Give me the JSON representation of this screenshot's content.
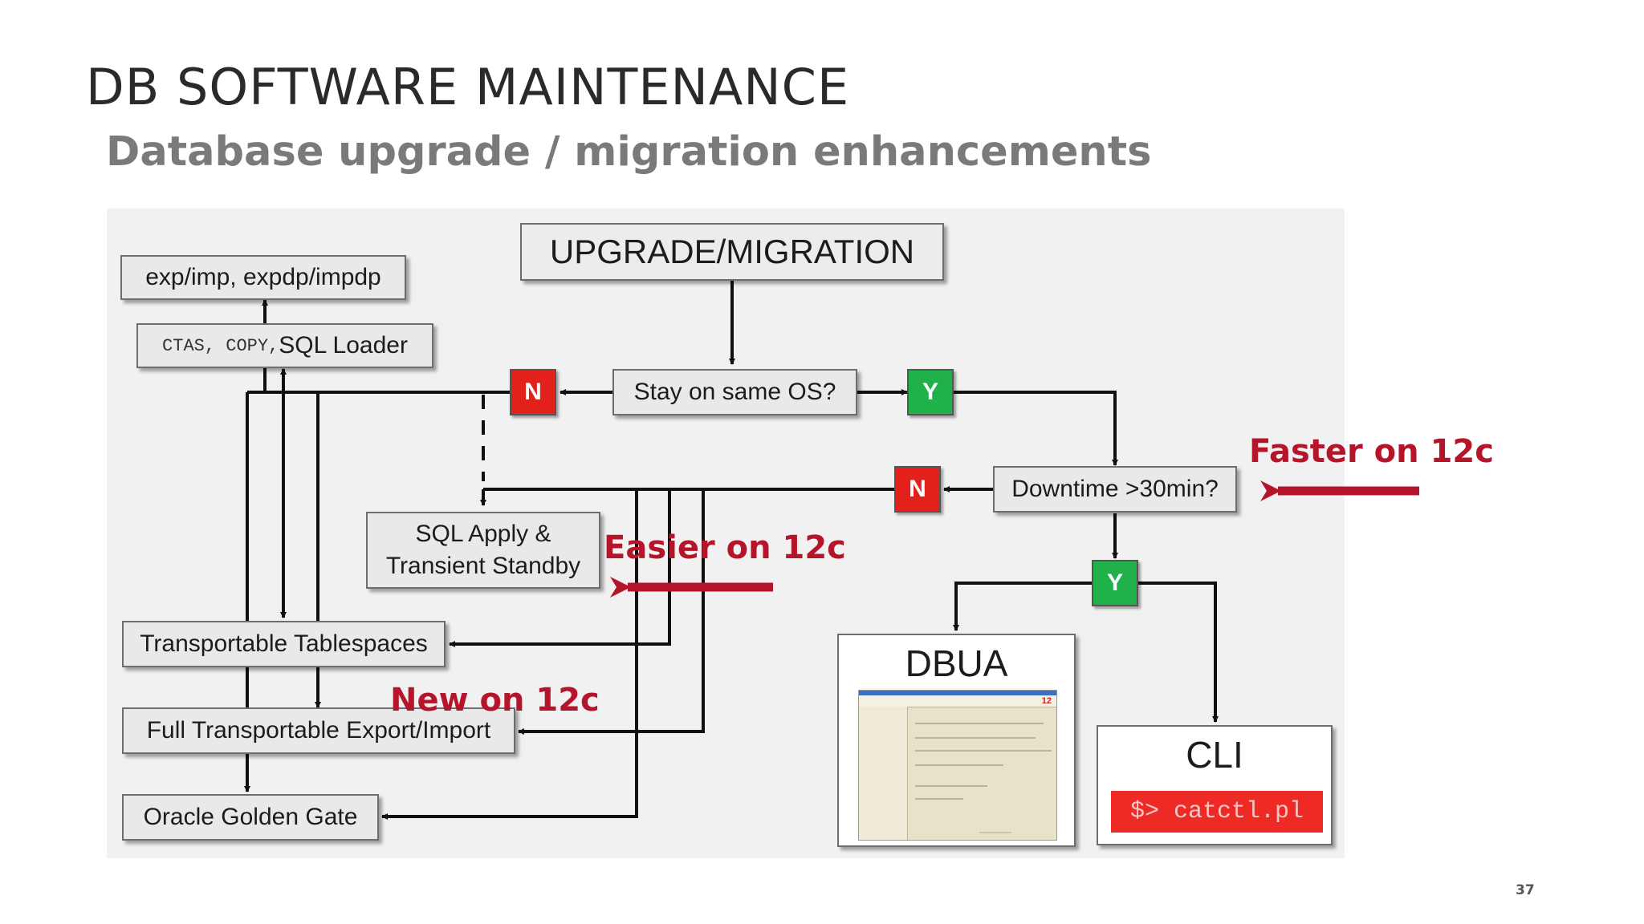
{
  "slide": {
    "title": "DB SOFTWARE MAINTENANCE",
    "subtitle": "Database upgrade / migration enhancements",
    "page_number": "37"
  },
  "diagram": {
    "nodes": {
      "upgrade_migration": "UPGRADE/MIGRATION",
      "exp_imp": "exp/imp, expdp/impdp",
      "ctas_copy": "CTAS, COPY,",
      "sql_loader": "SQL Loader",
      "same_os_question": "Stay on same OS?",
      "downtime_question": "Downtime >30min?",
      "sql_apply_line1": "SQL Apply &",
      "sql_apply_line2": "Transient Standby",
      "transportable_tablespaces": "Transportable Tablespaces",
      "full_transportable": "Full Transportable Export/Import",
      "golden_gate": "Oracle Golden Gate",
      "dbua": "DBUA",
      "cli": "CLI",
      "cli_command": "$> catctl.pl"
    },
    "decisions": {
      "no": "N",
      "yes": "Y"
    },
    "dbua_logo": "12",
    "colors": {
      "no": "#e3211c",
      "yes": "#20b14a",
      "callout": "#b5152b",
      "command": "#ee2a26"
    }
  },
  "callouts": {
    "faster": "Faster on 12c",
    "easier": "Easier on 12c",
    "new": "New on 12c"
  }
}
